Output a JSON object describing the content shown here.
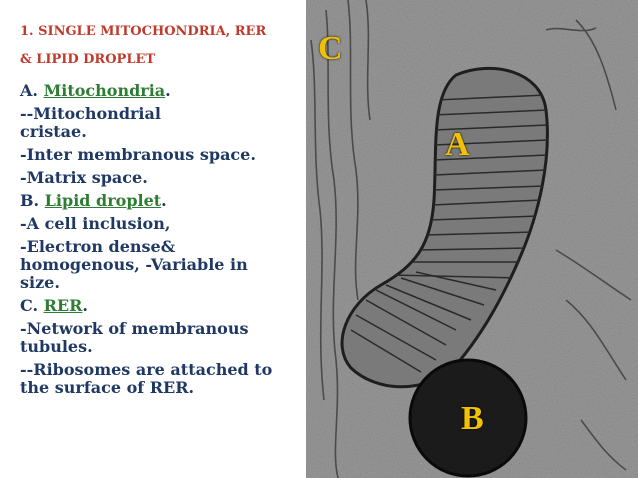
{
  "slide": {
    "title_line1": "1. SINGLE MITOCHONDRIA, RER",
    "title_line2": "& LIPID DROPLET",
    "section_a": {
      "prefix": "A. ",
      "term": "Mitochondria",
      "suffix": "."
    },
    "items_a": [
      "--Mitochondrial\ncristae.",
      "-Inter membranous space.",
      "-Matrix space."
    ],
    "section_b": {
      "prefix": "B. ",
      "term": "Lipid droplet",
      "suffix": "."
    },
    "items_b": [
      "-A cell inclusion,",
      "-Electron dense&\nhomogenous,  -Variable in\nsize."
    ],
    "section_c": {
      "prefix": "C. ",
      "term": "RER",
      "suffix": "."
    },
    "items_c": [
      "-Network of membranous\ntubules.",
      "--Ribosomes are attached to\nthe surface of RER."
    ]
  },
  "micrograph": {
    "label_c": "C",
    "label_a": "A",
    "label_b": "B"
  },
  "colors": {
    "title": "#c0392b",
    "body": "#1f3864",
    "term": "#2e7d32",
    "label": "#f2c200"
  }
}
